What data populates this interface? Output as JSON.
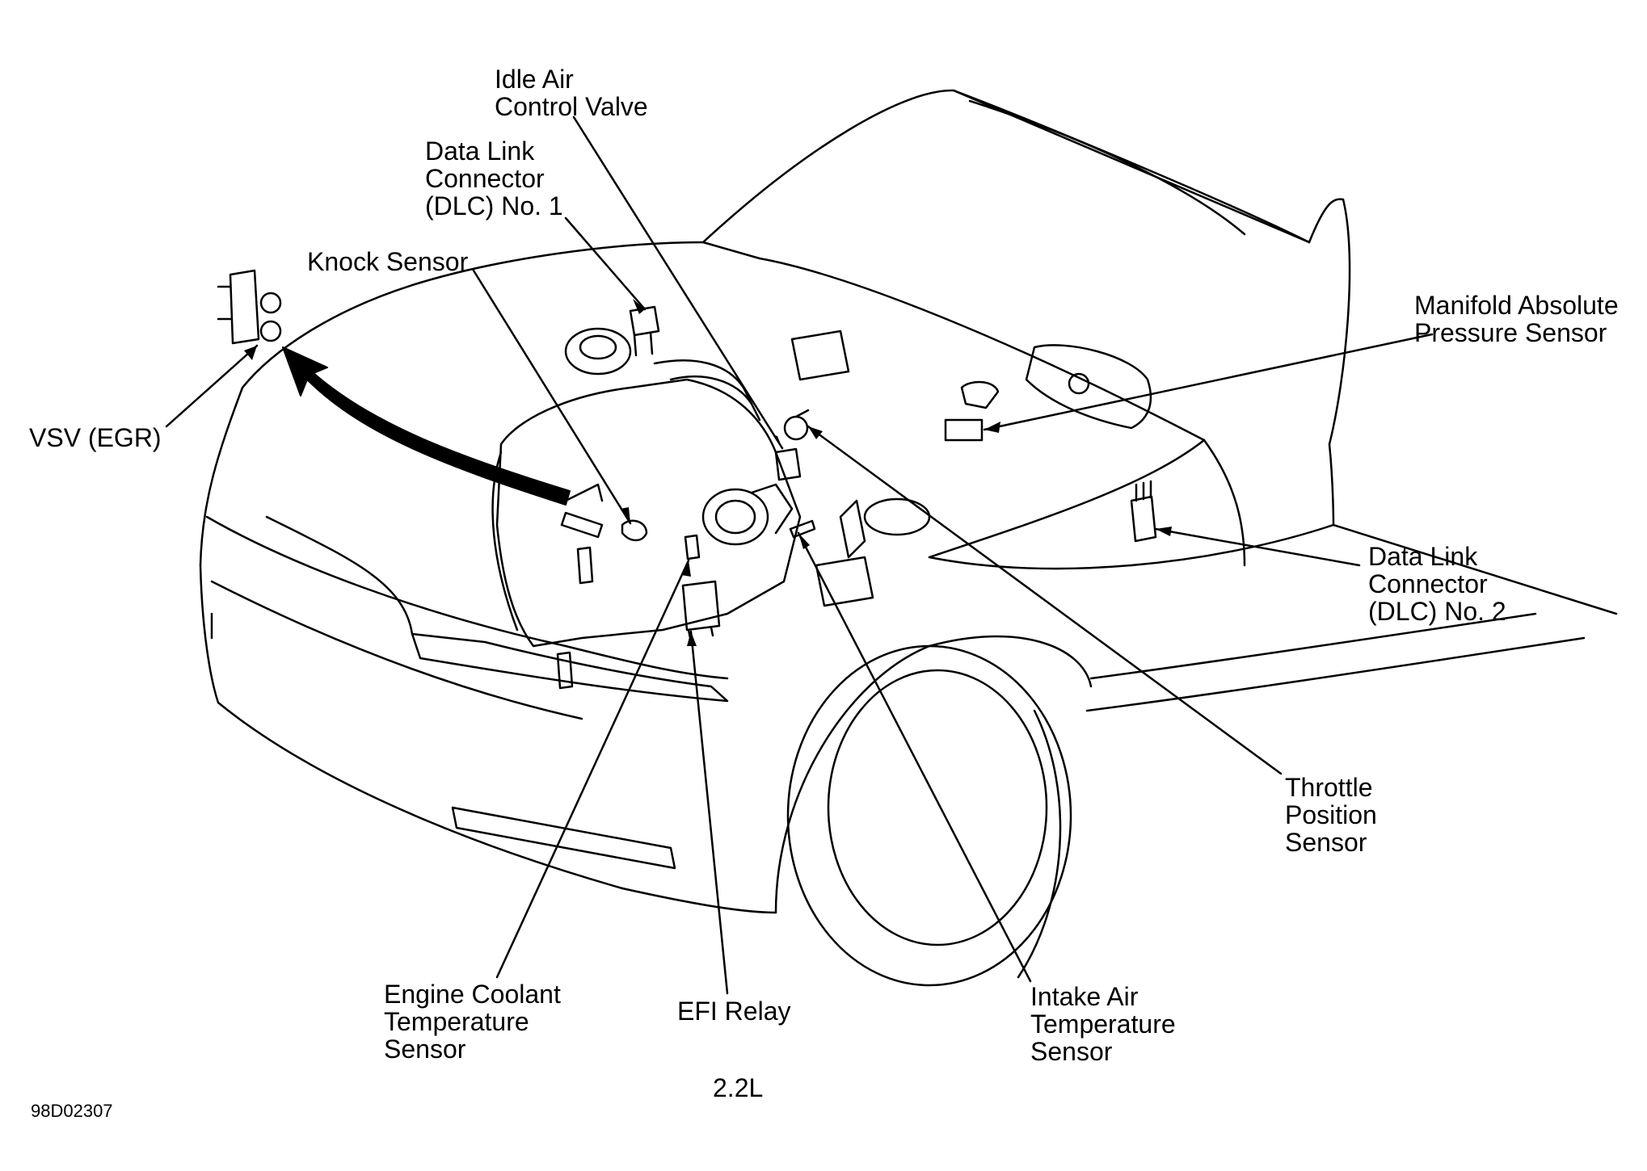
{
  "labels": {
    "idle_air_control_valve": [
      "Idle Air",
      "Control Valve"
    ],
    "dlc_no1": [
      "Data Link",
      "Connector",
      "(DLC) No. 1"
    ],
    "knock_sensor": [
      "Knock Sensor"
    ],
    "vsv_egr": [
      "VSV (EGR)"
    ],
    "manifold_absolute_pressure_sensor": [
      "Manifold Absolute",
      "Pressure Sensor"
    ],
    "dlc_no2": [
      "Data Link",
      "Connector",
      "(DLC) No. 2"
    ],
    "throttle_position_sensor": [
      "Throttle",
      "Position",
      "Sensor"
    ],
    "engine_coolant_temperature_sensor": [
      "Engine Coolant",
      "Temperature",
      "Sensor"
    ],
    "efi_relay": [
      "EFI Relay"
    ],
    "intake_air_temperature_sensor": [
      "Intake Air",
      "Temperature",
      "Sensor"
    ]
  },
  "engine_caption": "2.2L",
  "figure_code": "98D02307"
}
